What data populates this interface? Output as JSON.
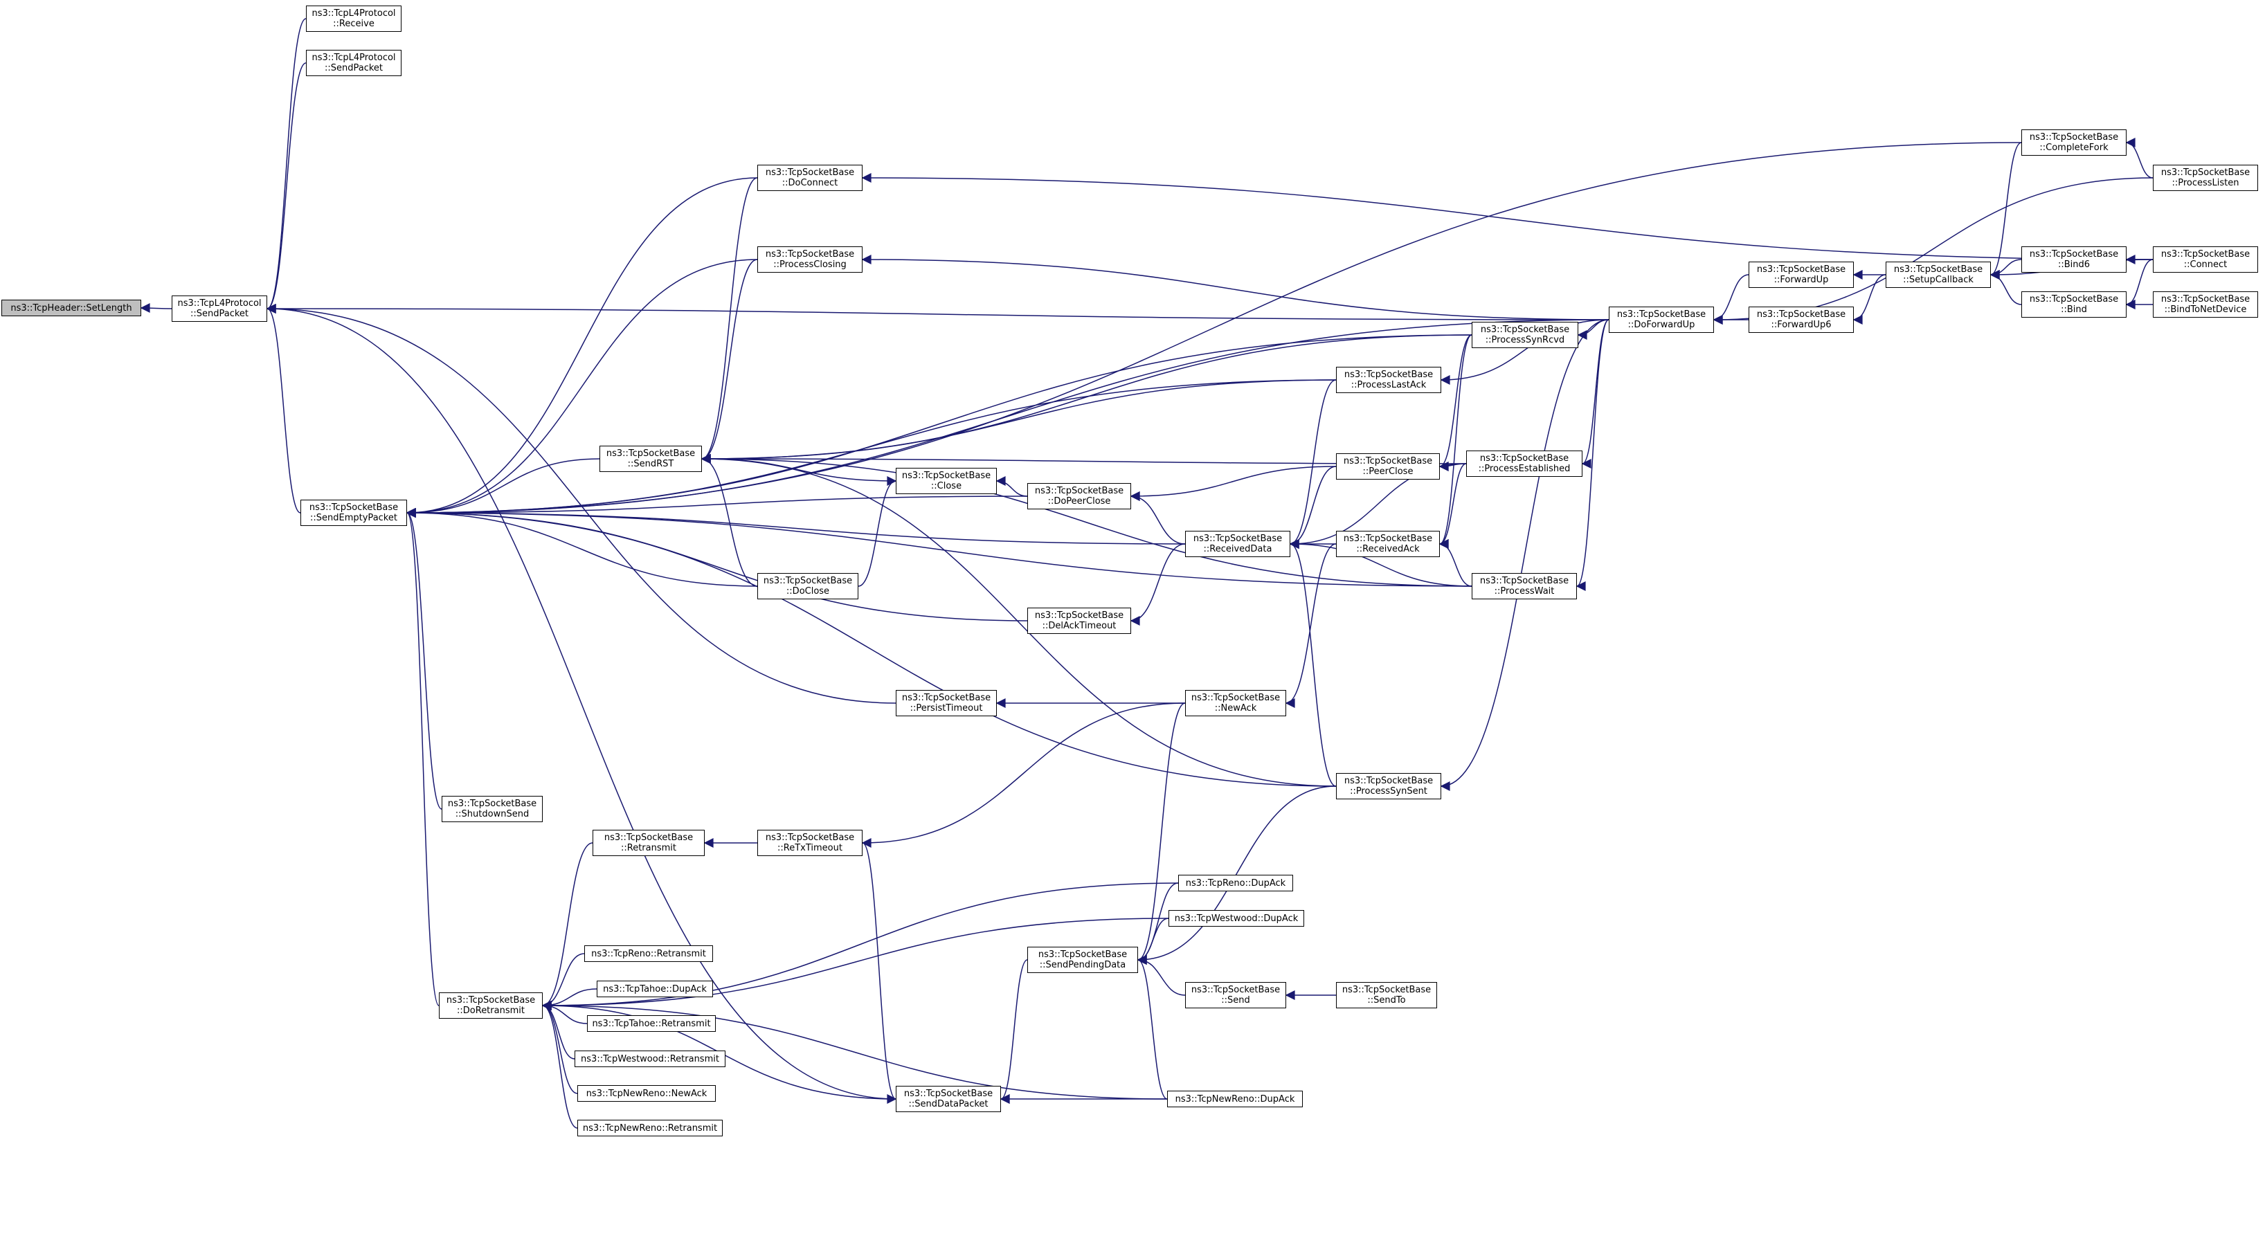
{
  "colors": {
    "edge": "#191970",
    "node_border": "#000000",
    "root_fill": "#bfbfbf",
    "node_fill": "#ffffff"
  },
  "nodes": [
    {
      "id": "setlength",
      "lines": [
        "ns3::TcpHeader::SetLength"
      ],
      "root": true
    },
    {
      "id": "l4_sendpacket",
      "lines": [
        "ns3::TcpL4Protocol",
        "::SendPacket"
      ]
    },
    {
      "id": "l4_receive",
      "lines": [
        "ns3::TcpL4Protocol",
        "::Receive"
      ]
    },
    {
      "id": "l4_sendpacket2",
      "lines": [
        "ns3::TcpL4Protocol",
        "::SendPacket"
      ]
    },
    {
      "id": "sendemptypacket",
      "lines": [
        "ns3::TcpSocketBase",
        "::SendEmptyPacket"
      ]
    },
    {
      "id": "shutdownsend",
      "lines": [
        "ns3::TcpSocketBase",
        "::ShutdownSend"
      ]
    },
    {
      "id": "doretransmit",
      "lines": [
        "ns3::TcpSocketBase",
        "::DoRetransmit"
      ]
    },
    {
      "id": "sendrst",
      "lines": [
        "ns3::TcpSocketBase",
        "::SendRST"
      ]
    },
    {
      "id": "retransmit",
      "lines": [
        "ns3::TcpSocketBase",
        "::Retransmit"
      ]
    },
    {
      "id": "reno_retransmit",
      "lines": [
        "ns3::TcpReno::Retransmit"
      ]
    },
    {
      "id": "tahoe_dupack",
      "lines": [
        "ns3::TcpTahoe::DupAck"
      ]
    },
    {
      "id": "tahoe_retransmit",
      "lines": [
        "ns3::TcpTahoe::Retransmit"
      ]
    },
    {
      "id": "westwood_retransmit",
      "lines": [
        "ns3::TcpWestwood::Retransmit"
      ]
    },
    {
      "id": "newreno_newack",
      "lines": [
        "ns3::TcpNewReno::NewAck"
      ]
    },
    {
      "id": "newreno_retransmit",
      "lines": [
        "ns3::TcpNewReno::Retransmit"
      ]
    },
    {
      "id": "doconnect",
      "lines": [
        "ns3::TcpSocketBase",
        "::DoConnect"
      ]
    },
    {
      "id": "processclosing",
      "lines": [
        "ns3::TcpSocketBase",
        "::ProcessClosing"
      ]
    },
    {
      "id": "close",
      "lines": [
        "ns3::TcpSocketBase",
        "::Close"
      ]
    },
    {
      "id": "doclose",
      "lines": [
        "ns3::TcpSocketBase",
        "::DoClose"
      ]
    },
    {
      "id": "persisttimeout",
      "lines": [
        "ns3::TcpSocketBase",
        "::PersistTimeout"
      ]
    },
    {
      "id": "retxtimeout",
      "lines": [
        "ns3::TcpSocketBase",
        "::ReTxTimeout"
      ]
    },
    {
      "id": "sendpendingdata",
      "lines": [
        "ns3::TcpSocketBase",
        "::SendPendingData"
      ]
    },
    {
      "id": "senddatapacket",
      "lines": [
        "ns3::TcpSocketBase",
        "::SendDataPacket"
      ]
    },
    {
      "id": "dopeerclose",
      "lines": [
        "ns3::TcpSocketBase",
        "::DoPeerClose"
      ]
    },
    {
      "id": "delacktimeout",
      "lines": [
        "ns3::TcpSocketBase",
        "::DelAckTimeout"
      ]
    },
    {
      "id": "receiveddata",
      "lines": [
        "ns3::TcpSocketBase",
        "::ReceivedData"
      ]
    },
    {
      "id": "newack",
      "lines": [
        "ns3::TcpSocketBase",
        "::NewAck"
      ]
    },
    {
      "id": "reno_dupack",
      "lines": [
        "ns3::TcpReno::DupAck"
      ]
    },
    {
      "id": "westwood_dupack",
      "lines": [
        "ns3::TcpWestwood::DupAck"
      ]
    },
    {
      "id": "send",
      "lines": [
        "ns3::TcpSocketBase",
        "::Send"
      ]
    },
    {
      "id": "newreno_dupack",
      "lines": [
        "ns3::TcpNewReno::DupAck"
      ]
    },
    {
      "id": "processlastack",
      "lines": [
        "ns3::TcpSocketBase",
        "::ProcessLastAck"
      ]
    },
    {
      "id": "peerclose",
      "lines": [
        "ns3::TcpSocketBase",
        "::PeerClose"
      ]
    },
    {
      "id": "receivedack",
      "lines": [
        "ns3::TcpSocketBase",
        "::ReceivedAck"
      ]
    },
    {
      "id": "processsynsent",
      "lines": [
        "ns3::TcpSocketBase",
        "::ProcessSynSent"
      ]
    },
    {
      "id": "sendto",
      "lines": [
        "ns3::TcpSocketBase",
        "::SendTo"
      ]
    },
    {
      "id": "processsynrcvd",
      "lines": [
        "ns3::TcpSocketBase",
        "::ProcessSynRcvd"
      ]
    },
    {
      "id": "processestablished",
      "lines": [
        "ns3::TcpSocketBase",
        "::ProcessEstablished"
      ]
    },
    {
      "id": "processwait",
      "lines": [
        "ns3::TcpSocketBase",
        "::ProcessWait"
      ]
    },
    {
      "id": "doforwardup",
      "lines": [
        "ns3::TcpSocketBase",
        "::DoForwardUp"
      ]
    },
    {
      "id": "forwardup",
      "lines": [
        "ns3::TcpSocketBase",
        "::ForwardUp"
      ]
    },
    {
      "id": "forwardup6",
      "lines": [
        "ns3::TcpSocketBase",
        "::ForwardUp6"
      ]
    },
    {
      "id": "setupcallback",
      "lines": [
        "ns3::TcpSocketBase",
        "::SetupCallback"
      ]
    },
    {
      "id": "completefork",
      "lines": [
        "ns3::TcpSocketBase",
        "::CompleteFork"
      ]
    },
    {
      "id": "bind6",
      "lines": [
        "ns3::TcpSocketBase",
        "::Bind6"
      ]
    },
    {
      "id": "bind",
      "lines": [
        "ns3::TcpSocketBase",
        "::Bind"
      ]
    },
    {
      "id": "processlisten",
      "lines": [
        "ns3::TcpSocketBase",
        "::ProcessListen"
      ]
    },
    {
      "id": "connect",
      "lines": [
        "ns3::TcpSocketBase",
        "::Connect"
      ]
    },
    {
      "id": "bindtonetdevice",
      "lines": [
        "ns3::TcpSocketBase",
        "::BindToNetDevice"
      ]
    }
  ],
  "edges": [
    [
      "l4_sendpacket",
      "setlength"
    ],
    [
      "l4_receive",
      "l4_sendpacket"
    ],
    [
      "l4_sendpacket2",
      "l4_sendpacket"
    ],
    [
      "sendemptypacket",
      "l4_sendpacket"
    ],
    [
      "doforwardup",
      "l4_sendpacket"
    ],
    [
      "persisttimeout",
      "l4_sendpacket"
    ],
    [
      "senddatapacket",
      "l4_sendpacket"
    ],
    [
      "sendrst",
      "sendemptypacket"
    ],
    [
      "doconnect",
      "sendemptypacket"
    ],
    [
      "processclosing",
      "sendemptypacket"
    ],
    [
      "doclose",
      "sendemptypacket"
    ],
    [
      "delacktimeout",
      "sendemptypacket"
    ],
    [
      "dopeerclose",
      "sendemptypacket"
    ],
    [
      "receiveddata",
      "sendemptypacket"
    ],
    [
      "processsynsent",
      "sendemptypacket"
    ],
    [
      "processwait",
      "sendemptypacket"
    ],
    [
      "processsynrcvd",
      "sendemptypacket"
    ],
    [
      "processlastack",
      "sendemptypacket"
    ],
    [
      "completefork",
      "sendemptypacket"
    ],
    [
      "doforwardup",
      "sendemptypacket"
    ],
    [
      "shutdownsend",
      "sendemptypacket"
    ],
    [
      "doretransmit",
      "sendemptypacket"
    ],
    [
      "retransmit",
      "doretransmit"
    ],
    [
      "reno_retransmit",
      "doretransmit"
    ],
    [
      "tahoe_dupack",
      "doretransmit"
    ],
    [
      "tahoe_retransmit",
      "doretransmit"
    ],
    [
      "westwood_retransmit",
      "doretransmit"
    ],
    [
      "newreno_newack",
      "doretransmit"
    ],
    [
      "newreno_retransmit",
      "doretransmit"
    ],
    [
      "reno_dupack",
      "doretransmit"
    ],
    [
      "westwood_dupack",
      "doretransmit"
    ],
    [
      "newreno_dupack",
      "doretransmit"
    ],
    [
      "senddatapacket",
      "doretransmit"
    ],
    [
      "doconnect",
      "sendrst"
    ],
    [
      "processclosing",
      "sendrst"
    ],
    [
      "close",
      "sendrst"
    ],
    [
      "doclose",
      "sendrst"
    ],
    [
      "processsynrcvd",
      "sendrst"
    ],
    [
      "processlastack",
      "sendrst"
    ],
    [
      "processestablished",
      "sendrst"
    ],
    [
      "processwait",
      "sendrst"
    ],
    [
      "processsynsent",
      "sendrst"
    ],
    [
      "doclose",
      "close"
    ],
    [
      "dopeerclose",
      "close"
    ],
    [
      "retxtimeout",
      "retransmit"
    ],
    [
      "newack",
      "persisttimeout"
    ],
    [
      "newack",
      "retxtimeout"
    ],
    [
      "retxtimeout",
      "senddatapacket"
    ],
    [
      "sendpendingdata",
      "senddatapacket"
    ],
    [
      "newreno_dupack",
      "senddatapacket"
    ],
    [
      "newack",
      "sendpendingdata"
    ],
    [
      "reno_dupack",
      "sendpendingdata"
    ],
    [
      "westwood_dupack",
      "sendpendingdata"
    ],
    [
      "send",
      "sendpendingdata"
    ],
    [
      "newreno_dupack",
      "sendpendingdata"
    ],
    [
      "processsynsent",
      "sendpendingdata"
    ],
    [
      "peerclose",
      "dopeerclose"
    ],
    [
      "receiveddata",
      "dopeerclose"
    ],
    [
      "receiveddata",
      "delacktimeout"
    ],
    [
      "receivedack",
      "receiveddata"
    ],
    [
      "processwait",
      "receiveddata"
    ],
    [
      "processestablished",
      "receiveddata"
    ],
    [
      "peerclose",
      "receiveddata"
    ],
    [
      "processlastack",
      "receiveddata"
    ],
    [
      "processsynsent",
      "receiveddata"
    ],
    [
      "receivedack",
      "newack"
    ],
    [
      "sendto",
      "send"
    ],
    [
      "processestablished",
      "peerclose"
    ],
    [
      "processsynrcvd",
      "peerclose"
    ],
    [
      "processestablished",
      "receivedack"
    ],
    [
      "processwait",
      "receivedack"
    ],
    [
      "processsynrcvd",
      "receivedack"
    ],
    [
      "doforwardup",
      "processsynrcvd"
    ],
    [
      "doforwardup",
      "processlastack"
    ],
    [
      "doforwardup",
      "processestablished"
    ],
    [
      "doforwardup",
      "processwait"
    ],
    [
      "doforwardup",
      "processsynsent"
    ],
    [
      "doforwardup",
      "processclosing"
    ],
    [
      "processlisten",
      "doforwardup"
    ],
    [
      "forwardup",
      "doforwardup"
    ],
    [
      "forwardup6",
      "doforwardup"
    ],
    [
      "setupcallback",
      "forwardup"
    ],
    [
      "setupcallback",
      "forwardup6"
    ],
    [
      "bind6",
      "setupcallback"
    ],
    [
      "bind",
      "setupcallback"
    ],
    [
      "connect",
      "setupcallback"
    ],
    [
      "completefork",
      "setupcallback"
    ],
    [
      "processlisten",
      "completefork"
    ],
    [
      "connect",
      "doconnect"
    ],
    [
      "connect",
      "bind6"
    ],
    [
      "connect",
      "bind"
    ],
    [
      "bindtonetdevice",
      "bind"
    ]
  ]
}
